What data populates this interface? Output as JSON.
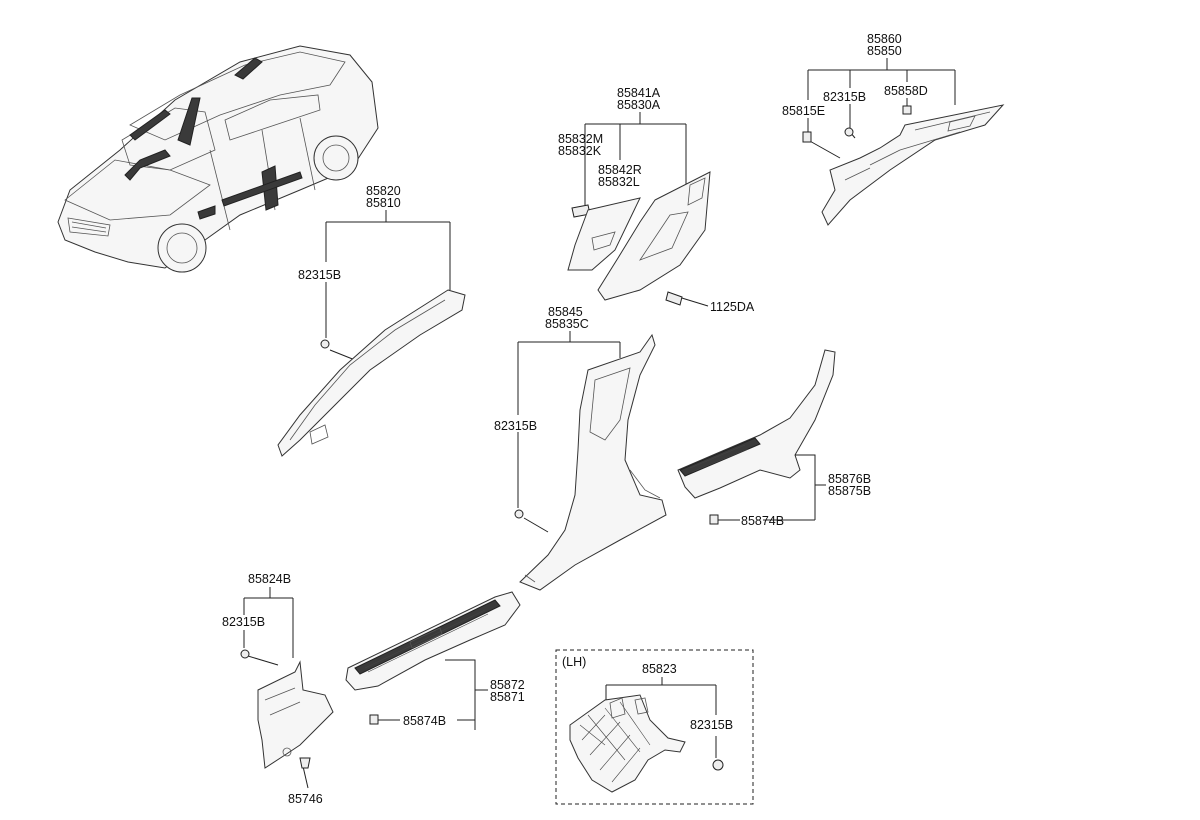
{
  "callouts": {
    "c85860": "85860",
    "c85850": "85850",
    "c85815E": "85815E",
    "c82315B_rear": "82315B",
    "c85858D": "85858D",
    "c85841A": "85841A",
    "c85830A": "85830A",
    "c85832M": "85832M",
    "c85832K": "85832K",
    "c85842R": "85842R",
    "c85832L": "85832L",
    "c1125DA": "1125DA",
    "c85820": "85820",
    "c85810": "85810",
    "c82315B_front": "82315B",
    "c85845": "85845",
    "c85835C": "85835C",
    "c82315B_center": "82315B",
    "c85876B": "85876B",
    "c85875B": "85875B",
    "c85874B_rear": "85874B",
    "c85824B": "85824B",
    "c82315B_kick": "82315B",
    "c85746": "85746",
    "c85872": "85872",
    "c85871": "85871",
    "c85874B_front": "85874B",
    "inset_title": "(LH)",
    "c85823": "85823",
    "c82315B_inset": "82315B"
  }
}
